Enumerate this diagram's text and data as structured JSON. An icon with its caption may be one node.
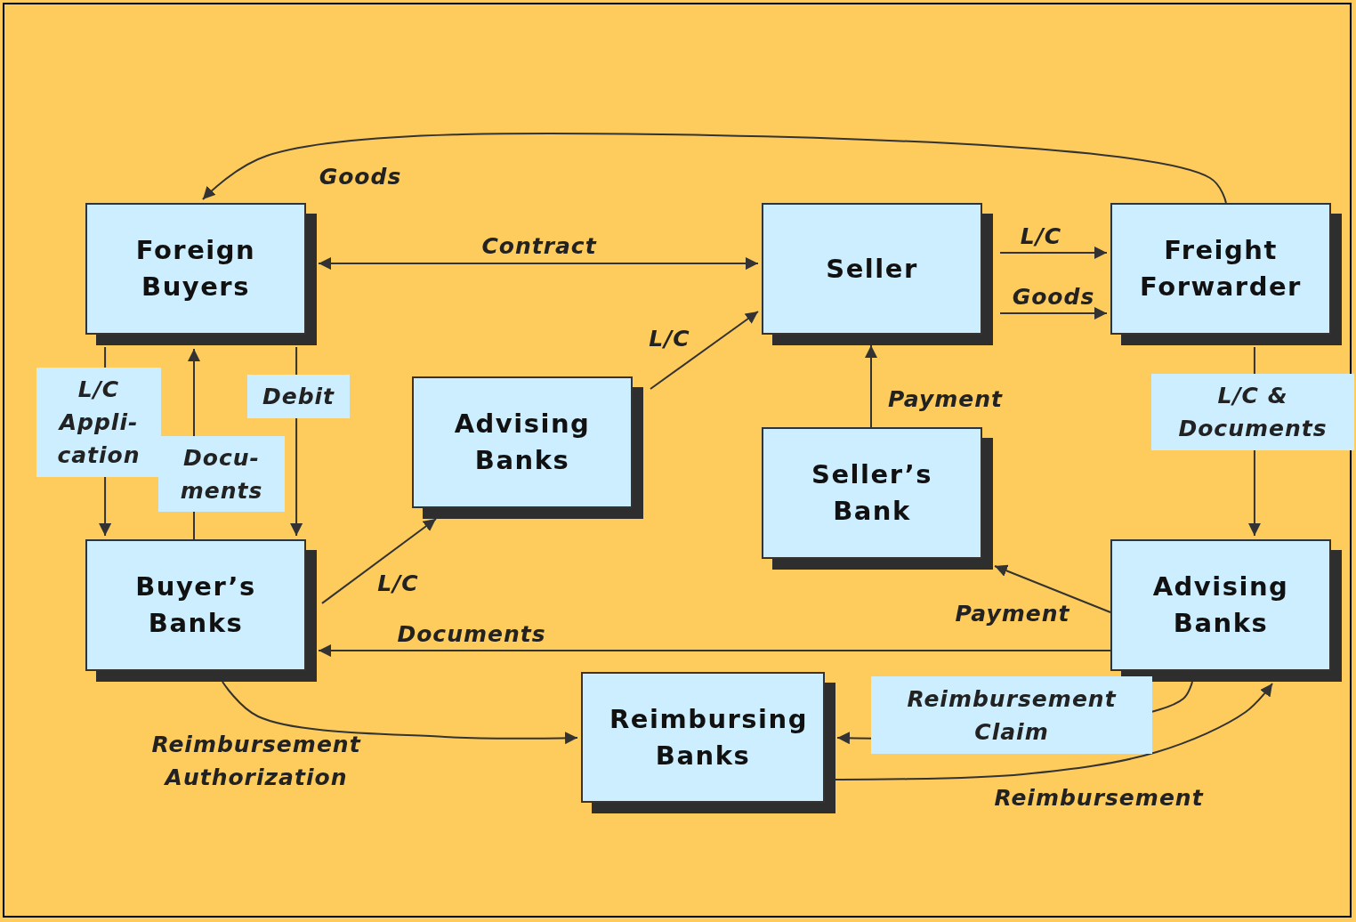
{
  "diagram": {
    "nodes": [
      {
        "text": [
          "Foreign Buyers"
        ]
      },
      {
        "text": [
          "Seller"
        ]
      },
      {
        "text": [
          "Freight Forwarder"
        ]
      },
      {
        "text": [
          "Advising Banks"
        ]
      },
      {
        "text": [
          "Seller’s Bank"
        ]
      },
      {
        "text": [
          "Buyer’s Banks"
        ]
      },
      {
        "text": [
          "Advising Banks"
        ]
      },
      {
        "text": [
          "Reimbursing Banks"
        ]
      }
    ],
    "edges": [
      {
        "from": 2,
        "to": 0,
        "arrow": "to",
        "label": "Goods"
      },
      {
        "from": 0,
        "to": 1,
        "arrow": "both",
        "label": "Contract"
      },
      {
        "from": 1,
        "to": 2,
        "arrow": "to",
        "label": "L/C"
      },
      {
        "from": 1,
        "to": 2,
        "arrow": "to",
        "label": "Goods"
      },
      {
        "from": 3,
        "to": 1,
        "arrow": "to",
        "label": "L/C"
      },
      {
        "from": 0,
        "to": 5,
        "arrow": "to",
        "label": "L/C Appli- cation"
      },
      {
        "from": 5,
        "to": 0,
        "arrow": "to",
        "label": "Docu- ments"
      },
      {
        "from": 0,
        "to": 5,
        "arrow": "to",
        "label": "Debit"
      },
      {
        "from": 5,
        "to": 3,
        "arrow": "to",
        "label": "L/C"
      },
      {
        "from": 4,
        "to": 1,
        "arrow": "to",
        "label": "Payment"
      },
      {
        "from": 2,
        "to": 6,
        "arrow": "to",
        "label": "L/C & Documents"
      },
      {
        "from": 6,
        "to": 4,
        "arrow": "to",
        "label": "Payment"
      },
      {
        "from": 6,
        "to": 5,
        "arrow": "to",
        "label": "Documents"
      },
      {
        "from": 5,
        "to": 7,
        "arrow": "to",
        "label": "Reimbursement Authorization"
      },
      {
        "from": 6,
        "to": 7,
        "arrow": "to",
        "label": "Reimbursement Claim"
      },
      {
        "from": 7,
        "to": 6,
        "arrow": "to",
        "label": "Reimbursement"
      }
    ]
  }
}
